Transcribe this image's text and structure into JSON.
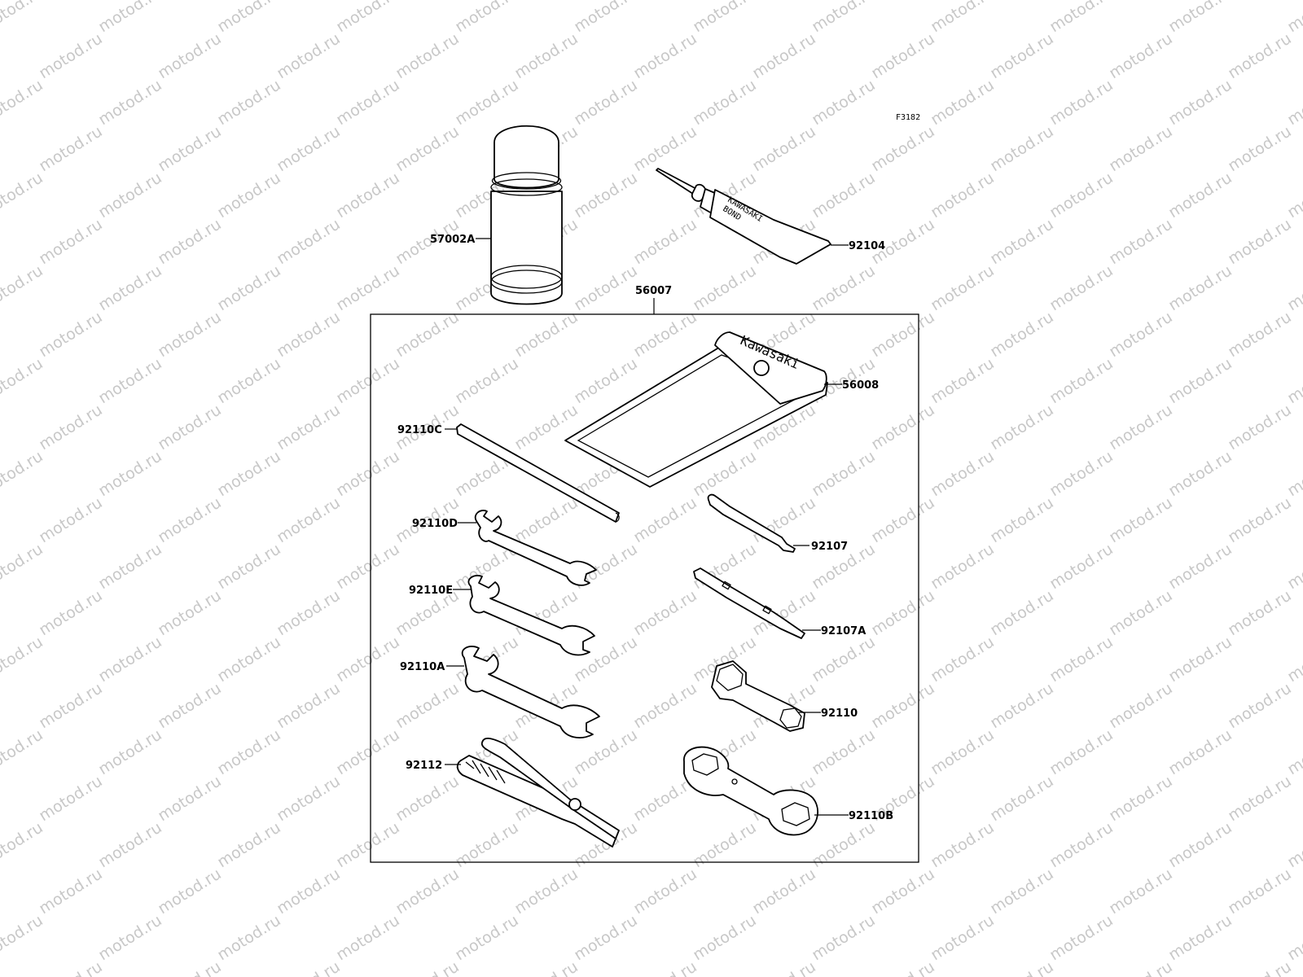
{
  "diagram_code": "F3182",
  "watermark": "motod.ru",
  "kit_label": "56007",
  "brand_text": "Kawasaki",
  "bond_text_1": "KAWASAKI",
  "bond_text_2": "BOND",
  "parts": {
    "spray_can": "57002A",
    "bond_tube": "92104",
    "tool_bag": "56008",
    "rod": "92110C",
    "wrench_d": "92110D",
    "wrench_e": "92110E",
    "wrench_a": "92110A",
    "pliers": "92112",
    "screwdriver": "92107",
    "screwdriver_a": "92107A",
    "box_wrench": "92110",
    "ring_wrench": "92110B"
  },
  "colors": {
    "line": "#000000",
    "watermark": "#c8c8c8",
    "background": "#ffffff"
  }
}
